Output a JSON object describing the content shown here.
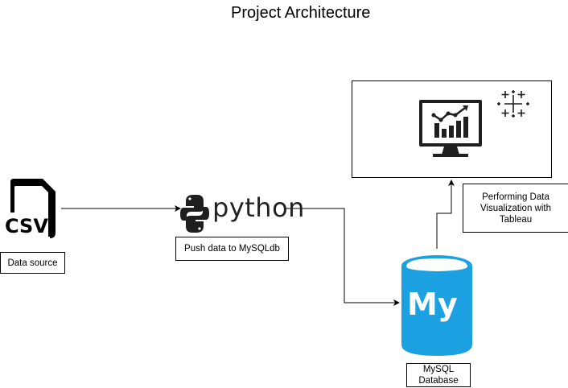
{
  "title": "Project Architecture",
  "nodes": {
    "csv": {
      "icon": "csv-file-icon",
      "icon_text": "CSV",
      "label": "Data source"
    },
    "python": {
      "icon": "python-logo-icon",
      "logo_text": "python",
      "label": "Push data to MySQLdb"
    },
    "mysql": {
      "icon": "mysql-database-icon",
      "icon_text": "My",
      "label": "MySQL Database",
      "color": "#1ba1e2"
    },
    "tableau": {
      "icon": "monitor-chart-icon",
      "brand_icon": "tableau-logo-icon",
      "label": "Performing Data Visualization with Tableau"
    }
  }
}
